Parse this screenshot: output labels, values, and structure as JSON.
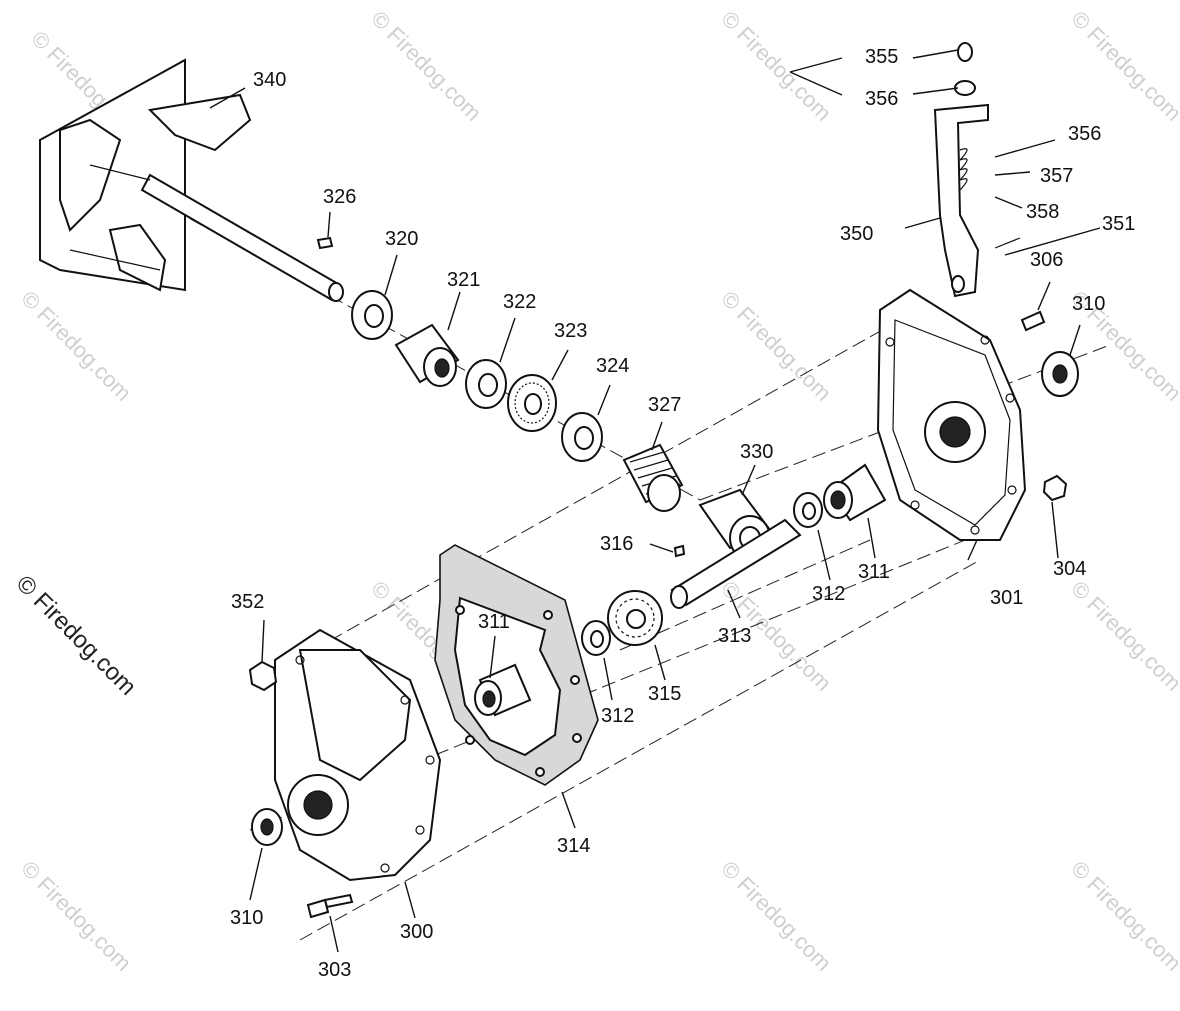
{
  "watermark": {
    "text": "© Firedog.com",
    "color": "#cfcfcf",
    "main_color": "#222222"
  },
  "callouts": [
    {
      "id": "p355",
      "text": "355"
    },
    {
      "id": "p356a",
      "text": "356"
    },
    {
      "id": "p340",
      "text": "340"
    },
    {
      "id": "p356b",
      "text": "356"
    },
    {
      "id": "p357",
      "text": "357"
    },
    {
      "id": "p358",
      "text": "358"
    },
    {
      "id": "p326",
      "text": "326"
    },
    {
      "id": "p351",
      "text": "351"
    },
    {
      "id": "p350",
      "text": "350"
    },
    {
      "id": "p320",
      "text": "320"
    },
    {
      "id": "p306",
      "text": "306"
    },
    {
      "id": "p321",
      "text": "321"
    },
    {
      "id": "p310a",
      "text": "310"
    },
    {
      "id": "p322",
      "text": "322"
    },
    {
      "id": "p323",
      "text": "323"
    },
    {
      "id": "p324",
      "text": "324"
    },
    {
      "id": "p327",
      "text": "327"
    },
    {
      "id": "p330",
      "text": "330"
    },
    {
      "id": "p316",
      "text": "316"
    },
    {
      "id": "p311a",
      "text": "311"
    },
    {
      "id": "p304",
      "text": "304"
    },
    {
      "id": "p312a",
      "text": "312"
    },
    {
      "id": "p301",
      "text": "301"
    },
    {
      "id": "p352",
      "text": "352"
    },
    {
      "id": "p311b",
      "text": "311"
    },
    {
      "id": "p313",
      "text": "313"
    },
    {
      "id": "p312b",
      "text": "312"
    },
    {
      "id": "p315",
      "text": "315"
    },
    {
      "id": "p314",
      "text": "314"
    },
    {
      "id": "p310b",
      "text": "310"
    },
    {
      "id": "p300",
      "text": "300"
    },
    {
      "id": "p303",
      "text": "303"
    }
  ]
}
